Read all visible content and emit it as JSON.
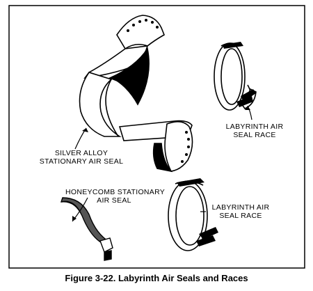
{
  "labels": {
    "silver_alloy_line1": "SILVER ALLOY",
    "silver_alloy_line2": "STATIONARY AIR SEAL",
    "labyrinth_top_line1": "LABYRINTH AIR",
    "labyrinth_top_line2": "SEAL RACE",
    "honeycomb_line1": "HONEYCOMB STATIONARY",
    "honeycomb_line2": "AIR SEAL",
    "labyrinth_bottom_line1": "LABYRINTH AIR",
    "labyrinth_bottom_line2": "SEAL RACE"
  },
  "caption": "Figure 3-22.  Labyrinth Air Seals and Races"
}
